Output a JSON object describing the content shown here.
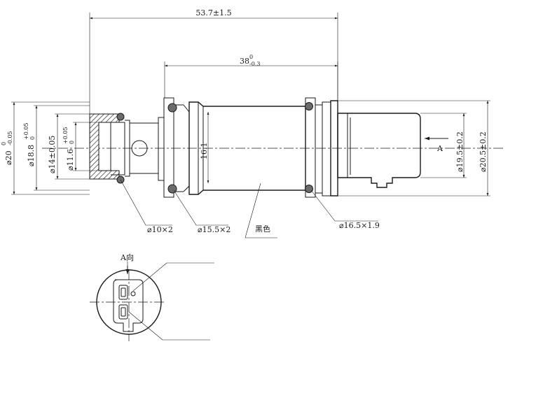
{
  "dimensions": {
    "overall_length": "53.7±1.5",
    "body_length_main": "38",
    "body_length_tol_upper": "0",
    "body_length_tol_lower": "-0.3",
    "dia_20_main": "⌀20",
    "dia_20_tol_upper": "0",
    "dia_20_tol_lower": "-0.05",
    "dia_18_8_main": "⌀18.8",
    "dia_18_8_tol_upper": "+0.05",
    "dia_18_8_tol_lower": "0",
    "dia_14": "⌀14±0.05",
    "dia_11_6_main": "⌀11.6",
    "dia_11_6_tol_upper": "+0.05",
    "dia_11_6_tol_lower": "0",
    "dim_16_1": "16.1",
    "dia_19_5": "⌀19.5±0.2",
    "dia_20_5": "⌀20.5±0.2"
  },
  "callouts": {
    "oring_small": "⌀10×2",
    "oring_medium": "⌀15.5×2",
    "black_color": "黑色",
    "oring_large": "⌀16.5×1.9",
    "view_arrow_label": "A",
    "view_title": "A向"
  }
}
